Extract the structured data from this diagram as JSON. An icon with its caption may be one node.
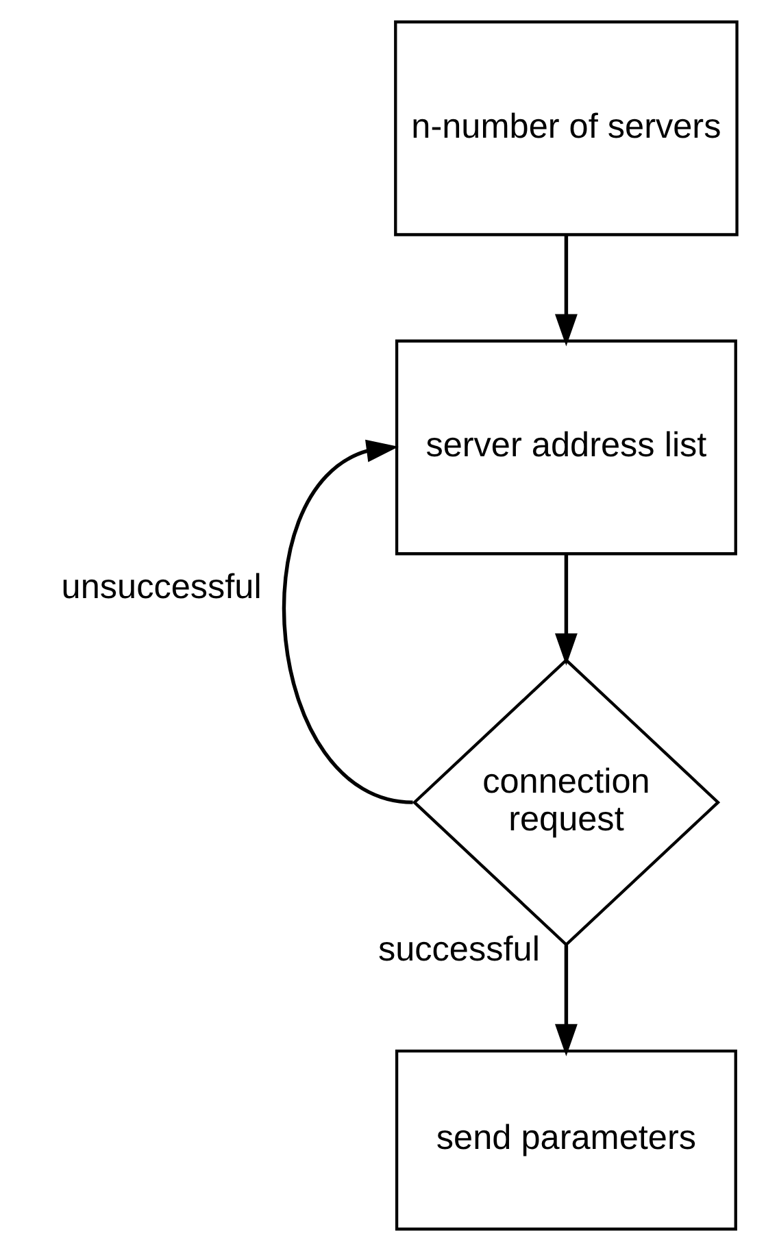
{
  "diagram": {
    "nodes": [
      {
        "text": [
          "n-number of servers"
        ]
      },
      {
        "text": [
          "server address list"
        ]
      },
      {
        "text": [
          "connection request"
        ]
      },
      {
        "text": [
          "send parameters"
        ]
      }
    ],
    "edges": [
      {
        "from": 0,
        "to": 1,
        "arrow": "to"
      },
      {
        "from": 1,
        "to": 2,
        "arrow": "to"
      },
      {
        "from": 2,
        "to": 1,
        "arrow": "to",
        "label": "unsuccessful"
      },
      {
        "from": 2,
        "to": 3,
        "arrow": "to",
        "label": "successful"
      }
    ]
  }
}
